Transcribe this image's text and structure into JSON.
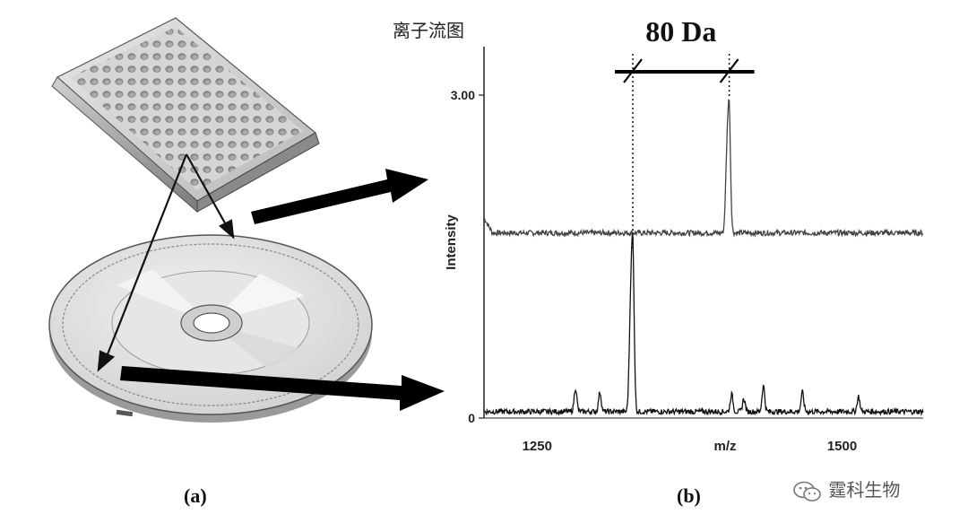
{
  "figure": {
    "ion_chart_title": "离子流图",
    "delta_label": "80 Da",
    "panel_a_label": "(a)",
    "panel_b_label": "(b)",
    "watermark": "霆科生物",
    "watermark_icon": "wechat-icon"
  },
  "chart_data": {
    "type": "line",
    "xlabel": "m/z",
    "ylabel": "Intensity",
    "xlim": [
      1205,
      1565
    ],
    "ylim": [
      0,
      3.0
    ],
    "x_ticks": [
      1250,
      1500
    ],
    "y_ticks": [
      "3.00",
      "0"
    ],
    "y_tick_values": [
      3.0,
      0
    ],
    "series": [
      {
        "baseline": 1.72,
        "peaks": [
          {
            "x": 1406,
            "height": 1.1
          },
          {
            "x": 1404,
            "height": 0.62
          }
        ]
      },
      {
        "baseline": 0.06,
        "peaks": [
          {
            "x": 1327,
            "height": 1.46
          },
          {
            "x": 1325,
            "height": 0.82
          },
          {
            "x": 1280,
            "height": 0.22
          },
          {
            "x": 1300,
            "height": 0.18
          },
          {
            "x": 1408,
            "height": 0.16
          },
          {
            "x": 1418,
            "height": 0.12
          },
          {
            "x": 1434,
            "height": 0.24
          },
          {
            "x": 1466,
            "height": 0.18
          },
          {
            "x": 1512,
            "height": 0.14
          }
        ]
      }
    ],
    "delta": {
      "from": 1327,
      "to": 1406
    }
  }
}
